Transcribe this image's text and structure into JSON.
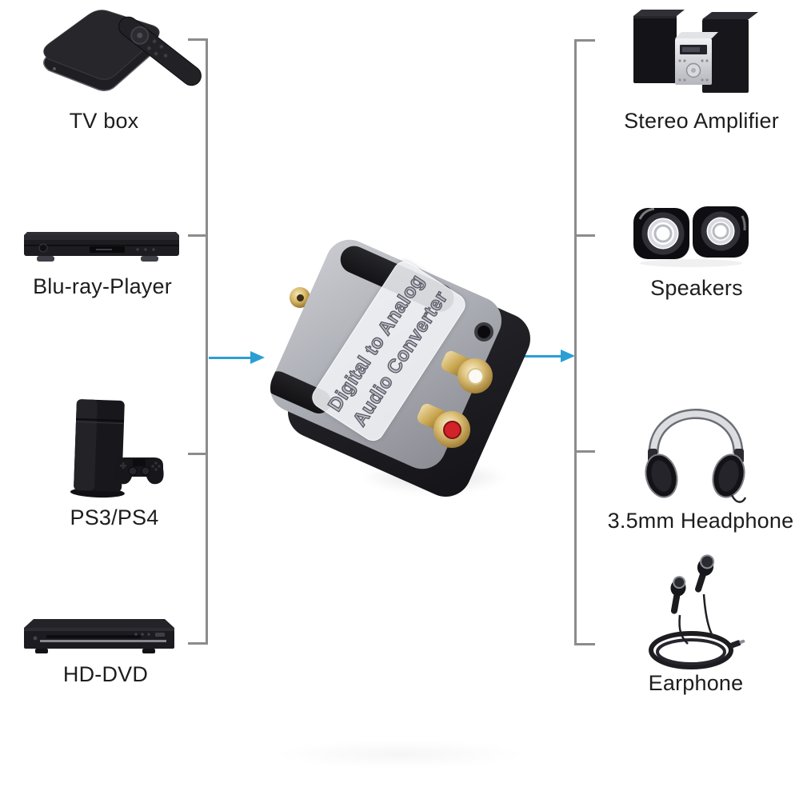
{
  "title": "Digital to Analog Audio Converter connection diagram",
  "colors": {
    "background": "#ffffff",
    "bracket_line": "#8c8c8c",
    "arrow_accent": "#2b9fd4",
    "label_text": "#1d1d1f",
    "converter_body": "#aeb0b7",
    "rca_red": "#d2232a",
    "rca_white": "#fbf9f3"
  },
  "diagram": {
    "sources": {
      "items": [
        {
          "id": "tv-box",
          "label": "TV box"
        },
        {
          "id": "blu-ray-player",
          "label": "Blu-ray-Player"
        },
        {
          "id": "ps3-ps4",
          "label": "PS3/PS4"
        },
        {
          "id": "hd-dvd",
          "label": "HD-DVD"
        }
      ]
    },
    "outputs": {
      "items": [
        {
          "id": "stereo-amplifier",
          "label": "Stereo Amplifier"
        },
        {
          "id": "speakers",
          "label": "Speakers"
        },
        {
          "id": "headphone-3-5mm",
          "label": "3.5mm Headphone"
        },
        {
          "id": "earphone",
          "label": "Earphone"
        }
      ]
    },
    "converter": {
      "label_line1": "Digital to Analog",
      "label_line2": "Audio Converter"
    }
  }
}
